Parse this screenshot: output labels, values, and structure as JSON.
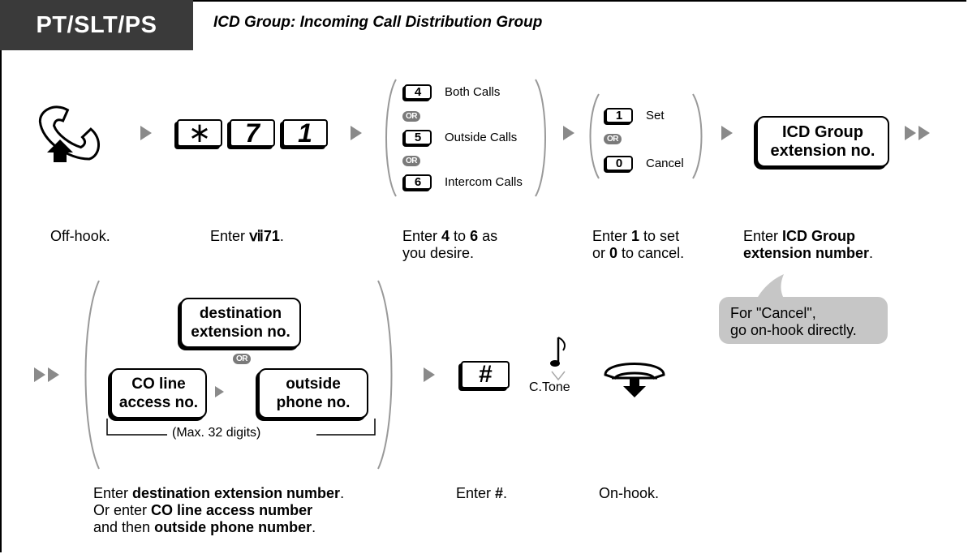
{
  "header": {
    "tab": "PT/SLT/PS",
    "title": "ICD Group: Incoming Call Distribution Group"
  },
  "row1": {
    "star_key": "∗",
    "key_7": "7",
    "key_1": "1",
    "options_a": [
      {
        "key": "4",
        "label": "Both Calls"
      },
      {
        "key": "5",
        "label": "Outside Calls"
      },
      {
        "key": "6",
        "label": "Intercom Calls"
      }
    ],
    "options_b": [
      {
        "key": "1",
        "label": "Set"
      },
      {
        "key": "0",
        "label": "Cancel"
      }
    ],
    "or_label": "OR",
    "icd_box_line1": "ICD Group",
    "icd_box_line2": "extension no."
  },
  "captions1": {
    "offhook": "Off-hook.",
    "enter71_pre": "Enter ",
    "enter71_bold": "ⅶ71",
    "enter71_post": ".",
    "opt_a_l1_pre": "Enter ",
    "opt_a_l1_b1": "4",
    "opt_a_l1_mid": " to ",
    "opt_a_l1_b2": "6",
    "opt_a_l1_post": " as",
    "opt_a_l2": "you desire.",
    "opt_b_l1_pre": "Enter ",
    "opt_b_l1_b": "1",
    "opt_b_l1_post": " to set",
    "opt_b_l2_pre": "or ",
    "opt_b_l2_b": "0",
    "opt_b_l2_post": " to cancel.",
    "icd_l1_pre": "Enter ",
    "icd_l1_b": "ICD Group",
    "icd_l2_b": "extension number",
    "icd_l2_post": "."
  },
  "bubble": {
    "line1": "For \"Cancel\",",
    "line2": "go on-hook directly."
  },
  "row2": {
    "dest_line1": "destination",
    "dest_line2": "extension no.",
    "co_line1": "CO line",
    "co_line2": "access no.",
    "out_line1": "outside",
    "out_line2": "phone no.",
    "max_digits": "(Max. 32 digits)",
    "hash_key": "#",
    "ctone": "C.Tone"
  },
  "captions2": {
    "dest_l1_pre": "Enter ",
    "dest_l1_b": "destination extension number",
    "dest_l1_post": ".",
    "dest_l2_pre": "Or enter ",
    "dest_l2_b": "CO line access number",
    "dest_l3_pre": "and then ",
    "dest_l3_b": "outside phone number",
    "dest_l3_post": ".",
    "hash_pre": "Enter ",
    "hash_b": "#",
    "hash_post": ".",
    "onhook": "On-hook."
  },
  "colors": {
    "tab_bg": "#3a3a3a",
    "arrow": "#8a8a8a",
    "bubble": "#c6c6c6",
    "or_badge": "#7a7a7a"
  }
}
